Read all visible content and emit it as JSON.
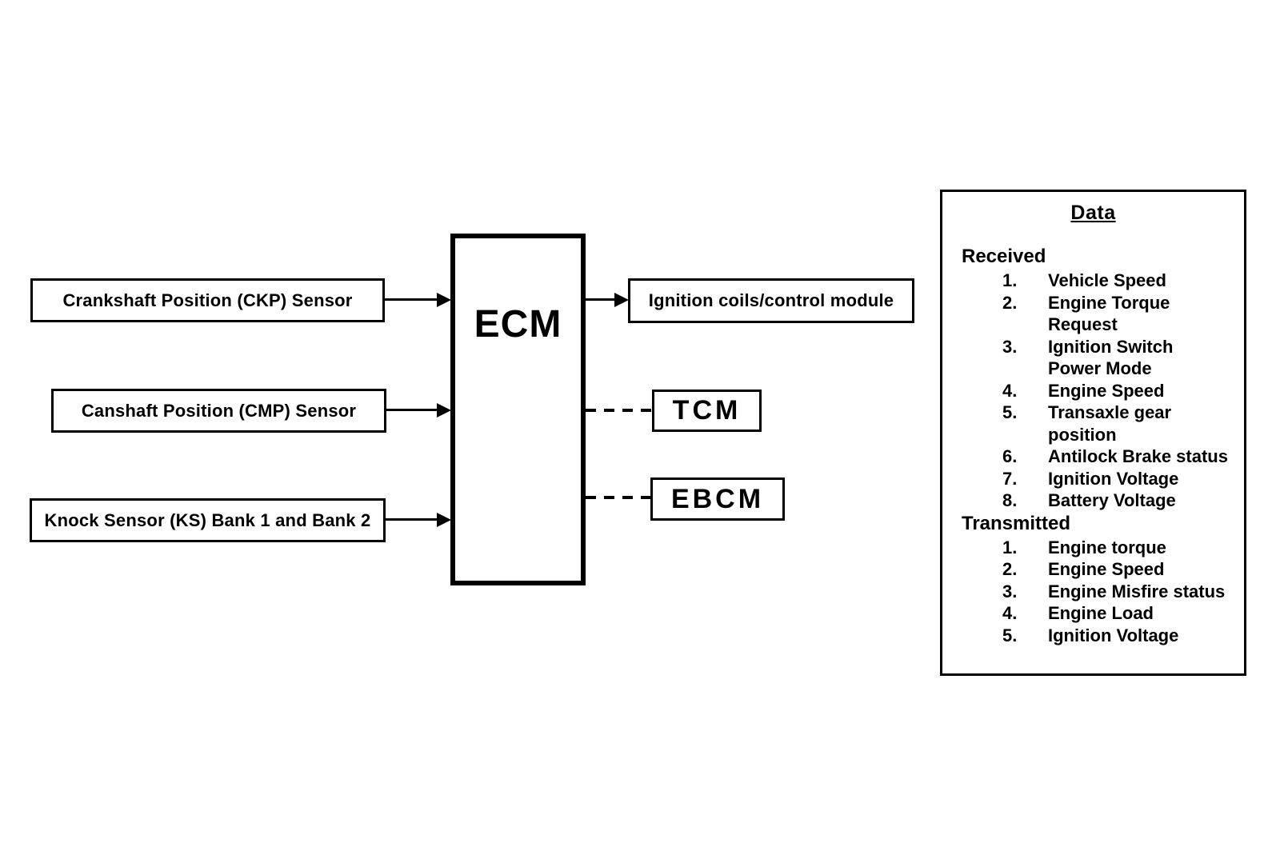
{
  "colors": {
    "ink": "#000000",
    "background": "#ffffff"
  },
  "inputs": [
    {
      "label": "Crankshaft Position (CKP) Sensor"
    },
    {
      "label": "Canshaft Position (CMP) Sensor"
    },
    {
      "label": "Knock Sensor (KS) Bank 1 and Bank 2"
    }
  ],
  "ecm": {
    "label": "ECM"
  },
  "outputs": [
    {
      "label": "Ignition coils/control module",
      "link_style": "solid-arrow"
    },
    {
      "label": "TCM",
      "link_style": "dashed"
    },
    {
      "label": "EBCM",
      "link_style": "dashed"
    }
  ],
  "data_box": {
    "title": "Data",
    "received_heading": "Received",
    "received": [
      {
        "num": "1.",
        "text": "Vehicle Speed"
      },
      {
        "num": "2.",
        "text": "Engine Torque\nRequest"
      },
      {
        "num": "3.",
        "text": "Ignition Switch\nPower Mode"
      },
      {
        "num": "4.",
        "text": "Engine Speed"
      },
      {
        "num": "5.",
        "text": "Transaxle gear\nposition"
      },
      {
        "num": "6.",
        "text": "Antilock Brake status"
      },
      {
        "num": "7.",
        "text": "Ignition Voltage"
      },
      {
        "num": "8.",
        "text": "Battery Voltage"
      }
    ],
    "transmitted_heading": "Transmitted",
    "transmitted": [
      {
        "num": "1.",
        "text": "Engine torque"
      },
      {
        "num": "2.",
        "text": "Engine Speed"
      },
      {
        "num": "3.",
        "text": "Engine Misfire status"
      },
      {
        "num": "4.",
        "text": "Engine Load"
      },
      {
        "num": "5.",
        "text": "Ignition Voltage"
      }
    ]
  }
}
